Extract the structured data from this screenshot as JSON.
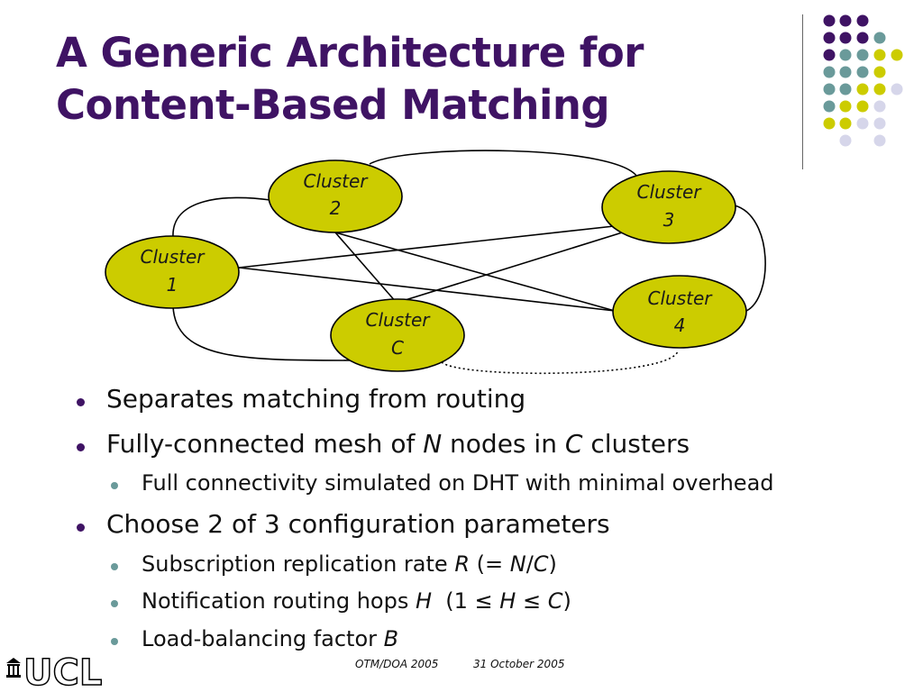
{
  "slide": {
    "title_line1": "A Generic Architecture for",
    "title_line2": "Content-Based Matching"
  },
  "diagram": {
    "nodes": [
      {
        "id": "c1",
        "line1": "Cluster",
        "line2": "1"
      },
      {
        "id": "c2",
        "line1": "Cluster",
        "line2": "2"
      },
      {
        "id": "c3",
        "line1": "Cluster",
        "line2": "3"
      },
      {
        "id": "c4",
        "line1": "Cluster",
        "line2": "4"
      },
      {
        "id": "cc",
        "line1": "Cluster",
        "line2": "C"
      }
    ]
  },
  "bullets": {
    "b1": "Separates matching from routing",
    "b2_pre": "Fully-connected mesh of ",
    "b2_n": "N",
    "b2_mid": " nodes in ",
    "b2_c": "C",
    "b2_post": " clusters",
    "b2_sub1": "Full connectivity simulated on DHT with minimal overhead",
    "b3": "Choose 2 of 3 configuration parameters",
    "b3_sub1_pre": "Subscription replication rate ",
    "b3_sub1_r": "R",
    "b3_sub1_mid": " (= ",
    "b3_sub1_n": "N",
    "b3_sub1_slash": "/",
    "b3_sub1_c": "C",
    "b3_sub1_post": ")",
    "b3_sub2_pre": "Notification routing hops ",
    "b3_sub2_h": "H",
    "b3_sub2_mid": "  (1 ≤ ",
    "b3_sub2_h2": "H",
    "b3_sub2_le": " ≤ ",
    "b3_sub2_c": "C",
    "b3_sub2_post": ")",
    "b3_sub3_pre": "Load-balancing factor ",
    "b3_sub3_b": "B"
  },
  "footer": {
    "left": "OTM/DOA 2005",
    "right": "31 October 2005"
  },
  "logo": {
    "text": "UCL",
    "icon": "ucl-portico-icon"
  },
  "colors": {
    "title": "#3f1364",
    "node_fill": "#cccc00",
    "purple_dot": "#3f1364",
    "teal_dot": "#6a9a9a",
    "yellow_dot": "#cccc00",
    "lavender_dot": "#d6d6ea"
  }
}
